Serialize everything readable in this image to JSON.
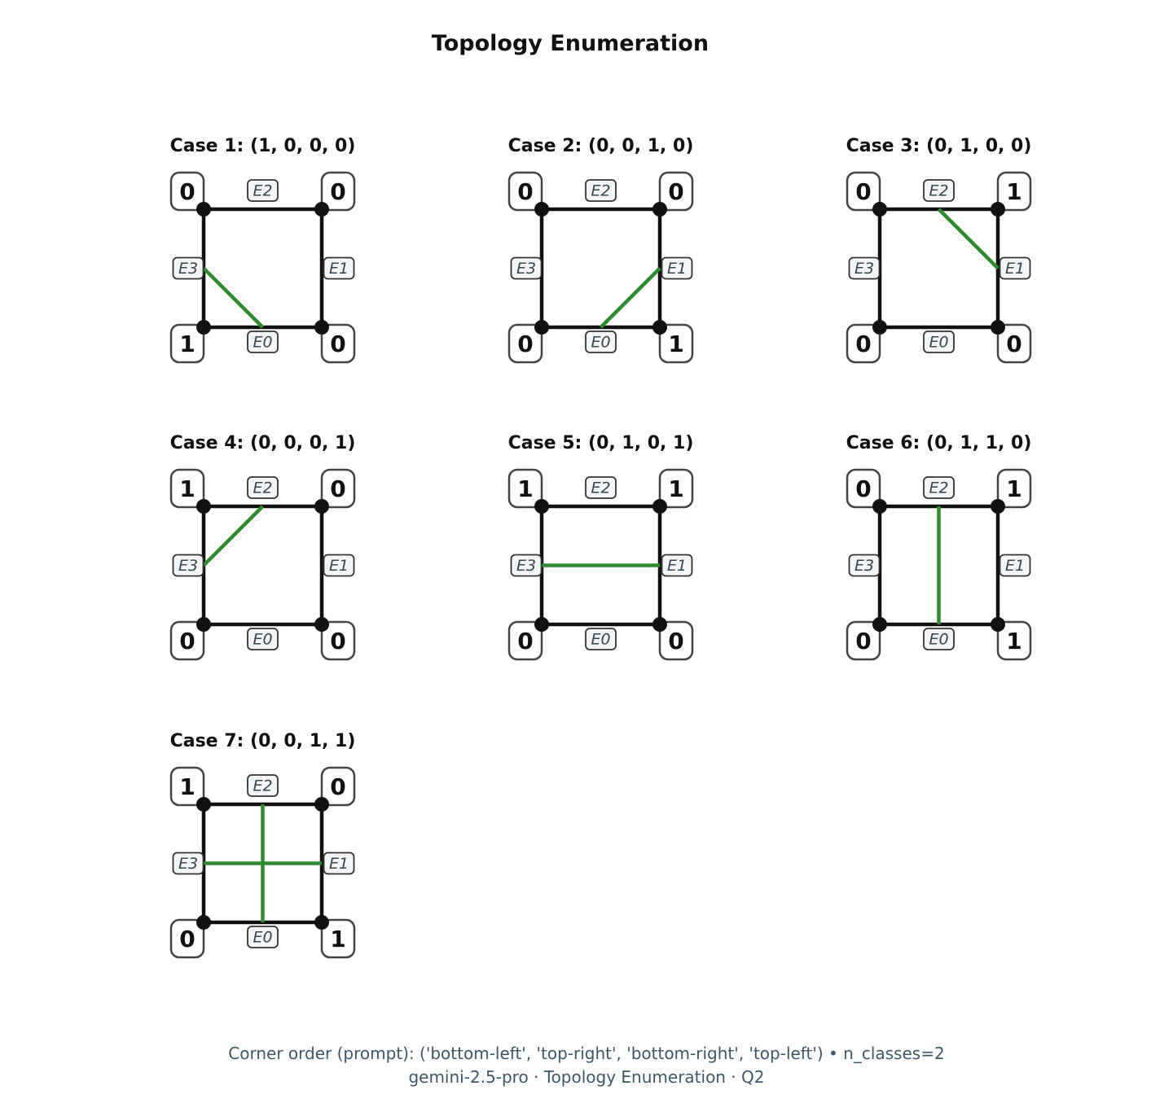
{
  "title": "Topology Enumeration",
  "colors": {
    "green_line": "#2f8b2f",
    "edge": "#111111",
    "label_text": "#37474f",
    "label_bg": "#f5f5f5",
    "label_border": "#333333",
    "corner_bg": "#ffffff",
    "corner_border": "#444444",
    "footer_text": "#3e5767"
  },
  "edge_names": [
    "E0",
    "E1",
    "E2",
    "E3"
  ],
  "cases": [
    {
      "label": "Case 1: (1, 0, 0, 0)",
      "corners": {
        "top_left": "0",
        "top_right": "0",
        "bottom_left": "1",
        "bottom_right": "0"
      },
      "segments": [
        [
          "E3",
          "E0"
        ]
      ]
    },
    {
      "label": "Case 2: (0, 0, 1, 0)",
      "corners": {
        "top_left": "0",
        "top_right": "0",
        "bottom_left": "0",
        "bottom_right": "1"
      },
      "segments": [
        [
          "E0",
          "E1"
        ]
      ]
    },
    {
      "label": "Case 3: (0, 1, 0, 0)",
      "corners": {
        "top_left": "0",
        "top_right": "1",
        "bottom_left": "0",
        "bottom_right": "0"
      },
      "segments": [
        [
          "E2",
          "E1"
        ]
      ]
    },
    {
      "label": "Case 4: (0, 0, 0, 1)",
      "corners": {
        "top_left": "1",
        "top_right": "0",
        "bottom_left": "0",
        "bottom_right": "0"
      },
      "segments": [
        [
          "E3",
          "E2"
        ]
      ]
    },
    {
      "label": "Case 5: (0, 1, 0, 1)",
      "corners": {
        "top_left": "1",
        "top_right": "1",
        "bottom_left": "0",
        "bottom_right": "0"
      },
      "segments": [
        [
          "E3",
          "E1"
        ]
      ]
    },
    {
      "label": "Case 6: (0, 1, 1, 0)",
      "corners": {
        "top_left": "0",
        "top_right": "1",
        "bottom_left": "0",
        "bottom_right": "1"
      },
      "segments": [
        [
          "E2",
          "E0"
        ]
      ]
    },
    {
      "label": "Case 7: (0, 0, 1, 1)",
      "corners": {
        "top_left": "1",
        "top_right": "0",
        "bottom_left": "0",
        "bottom_right": "1"
      },
      "segments": [
        [
          "E3",
          "E1"
        ],
        [
          "E2",
          "E0"
        ]
      ]
    }
  ],
  "footer": {
    "line1": "Corner order (prompt): ('bottom-left', 'top-right', 'bottom-right', 'top-left') • n_classes=2",
    "line2": "gemini-2.5-pro · Topology Enumeration · Q2"
  }
}
